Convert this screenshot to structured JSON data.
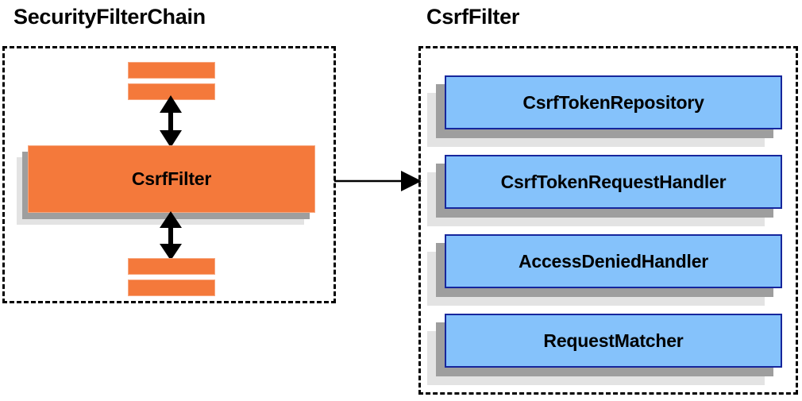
{
  "diagram": {
    "title_left": "SecurityFilterChain",
    "title_right": "CsrfFilter",
    "colors": {
      "orange_fill": "#F4793B",
      "orange_border": "#F7A77F",
      "blue_fill": "#85C2FB",
      "blue_border": "#16269C",
      "shadow_near": "#9E9E9E",
      "shadow_far": "#E3E3E3",
      "dashed_border": "#000000",
      "arrow": "#000000",
      "text": "#000000",
      "background": "#FFFFFF"
    }
  },
  "left_panel": {
    "title": "SecurityFilterChain",
    "main_node": {
      "label": "CsrfFilter"
    },
    "filter_bars_above": 2,
    "filter_bars_below": 2,
    "arrows": [
      {
        "name": "arrow-above-csrffilter",
        "style": "double-headed-vertical"
      },
      {
        "name": "arrow-below-csrffilter",
        "style": "double-headed-vertical"
      }
    ]
  },
  "right_panel": {
    "title": "CsrfFilter",
    "collaborators": [
      {
        "label": "CsrfTokenRepository"
      },
      {
        "label": "CsrfTokenRequestHandler"
      },
      {
        "label": "AccessDeniedHandler"
      },
      {
        "label": "RequestMatcher"
      }
    ]
  },
  "connector": {
    "name": "csrffilter-expands-to-detail",
    "style": "single-headed-horizontal",
    "label": ""
  }
}
